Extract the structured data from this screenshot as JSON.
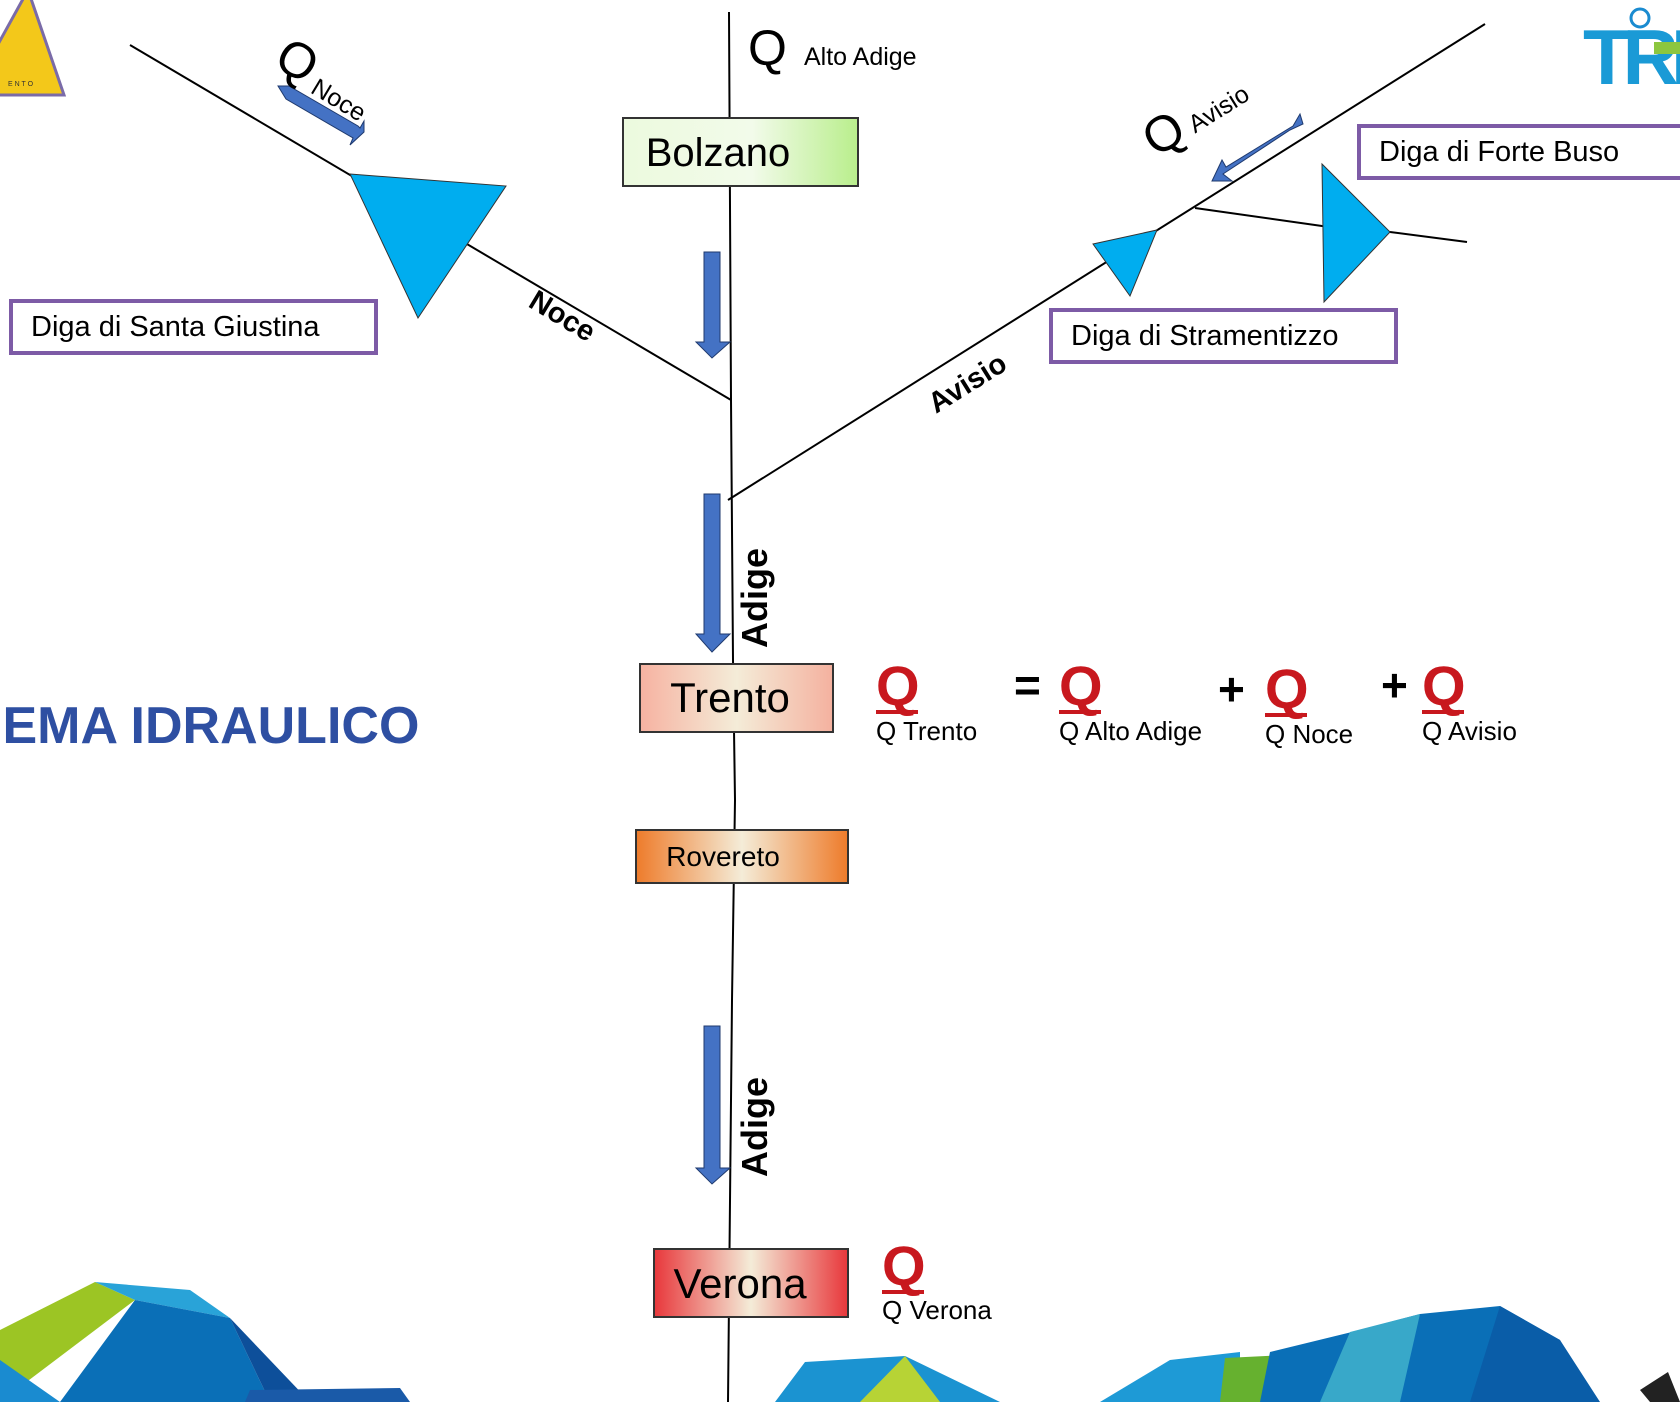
{
  "title": "IEMA IDRAULICO",
  "rivers": {
    "noce": "Noce",
    "avisio": "Avisio",
    "adige_upper": "Adige",
    "adige_lower": "Adige"
  },
  "flow_labels": {
    "noce": {
      "q": "Q",
      "name": "Noce"
    },
    "alto_adige": {
      "q": "Q",
      "name": "Alto Adige"
    },
    "avisio": {
      "q": "Q",
      "name": "Avisio"
    }
  },
  "cities": {
    "bolzano": "Bolzano",
    "trento": "Trento",
    "rovereto": "Rovereto",
    "verona": "Verona"
  },
  "dams": {
    "santa_giustina": "Diga di Santa Giustina",
    "stramentizzo": "Diga di Stramentizzo",
    "forte_buso": "Diga di Forte Buso"
  },
  "equation": {
    "trento": {
      "q": "Q",
      "sub": "Q Trento"
    },
    "equals": "=",
    "alto_adige": {
      "q": "Q",
      "sub": "Q Alto Adige"
    },
    "plus1": "+",
    "noce": {
      "q": "Q",
      "sub": "Q Noce"
    },
    "plus2": "+",
    "avisio": {
      "q": "Q",
      "sub": "Q Avisio"
    }
  },
  "verona_flow": {
    "q": "Q",
    "sub": "Q Verona"
  },
  "logo_right": "TRE",
  "colors": {
    "arrow_blue": "#4472c4",
    "dam_blue": "#00adef",
    "q_red": "#c8181e",
    "title_blue": "#2e4fa2",
    "dam_border": "#7d5ba6"
  }
}
